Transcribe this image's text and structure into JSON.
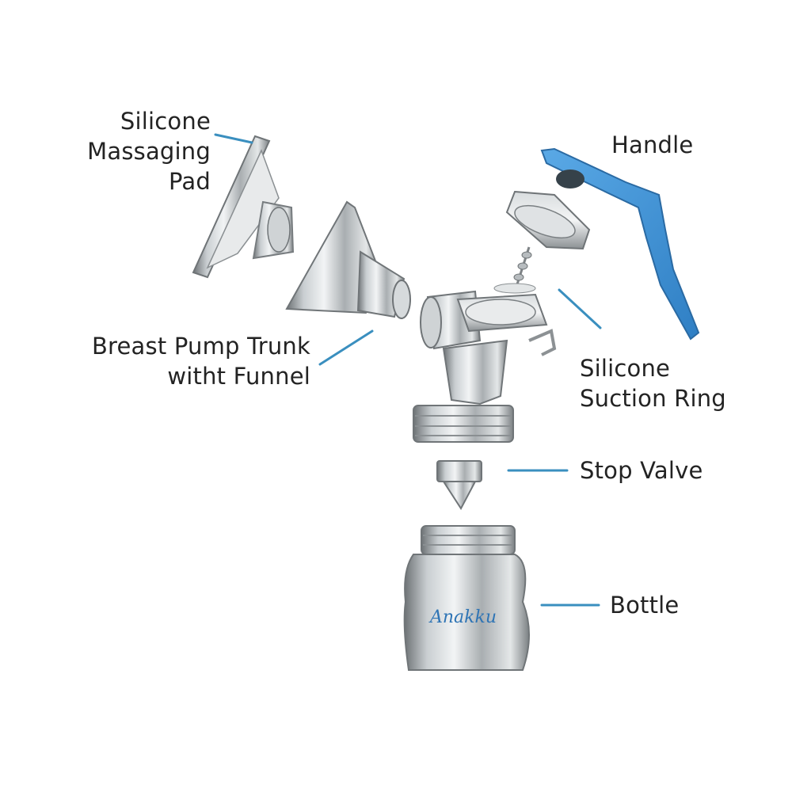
{
  "colors": {
    "leader": "#3a8fbf",
    "handle_blue": "#3d8fd0",
    "text": "#232323",
    "logo_blue": "#2e74b5"
  },
  "labels": {
    "massaging_pad": [
      "Silicone",
      "Massaging",
      "Pad"
    ],
    "handle": [
      "Handle"
    ],
    "trunk": [
      "Breast Pump Trunk",
      "witht Funnel"
    ],
    "suction_ring": [
      "Silicone",
      "Suction Ring"
    ],
    "stop_valve": [
      "Stop Valve"
    ],
    "bottle": [
      "Bottle"
    ]
  },
  "brand": {
    "logo_text": "Anakku"
  }
}
